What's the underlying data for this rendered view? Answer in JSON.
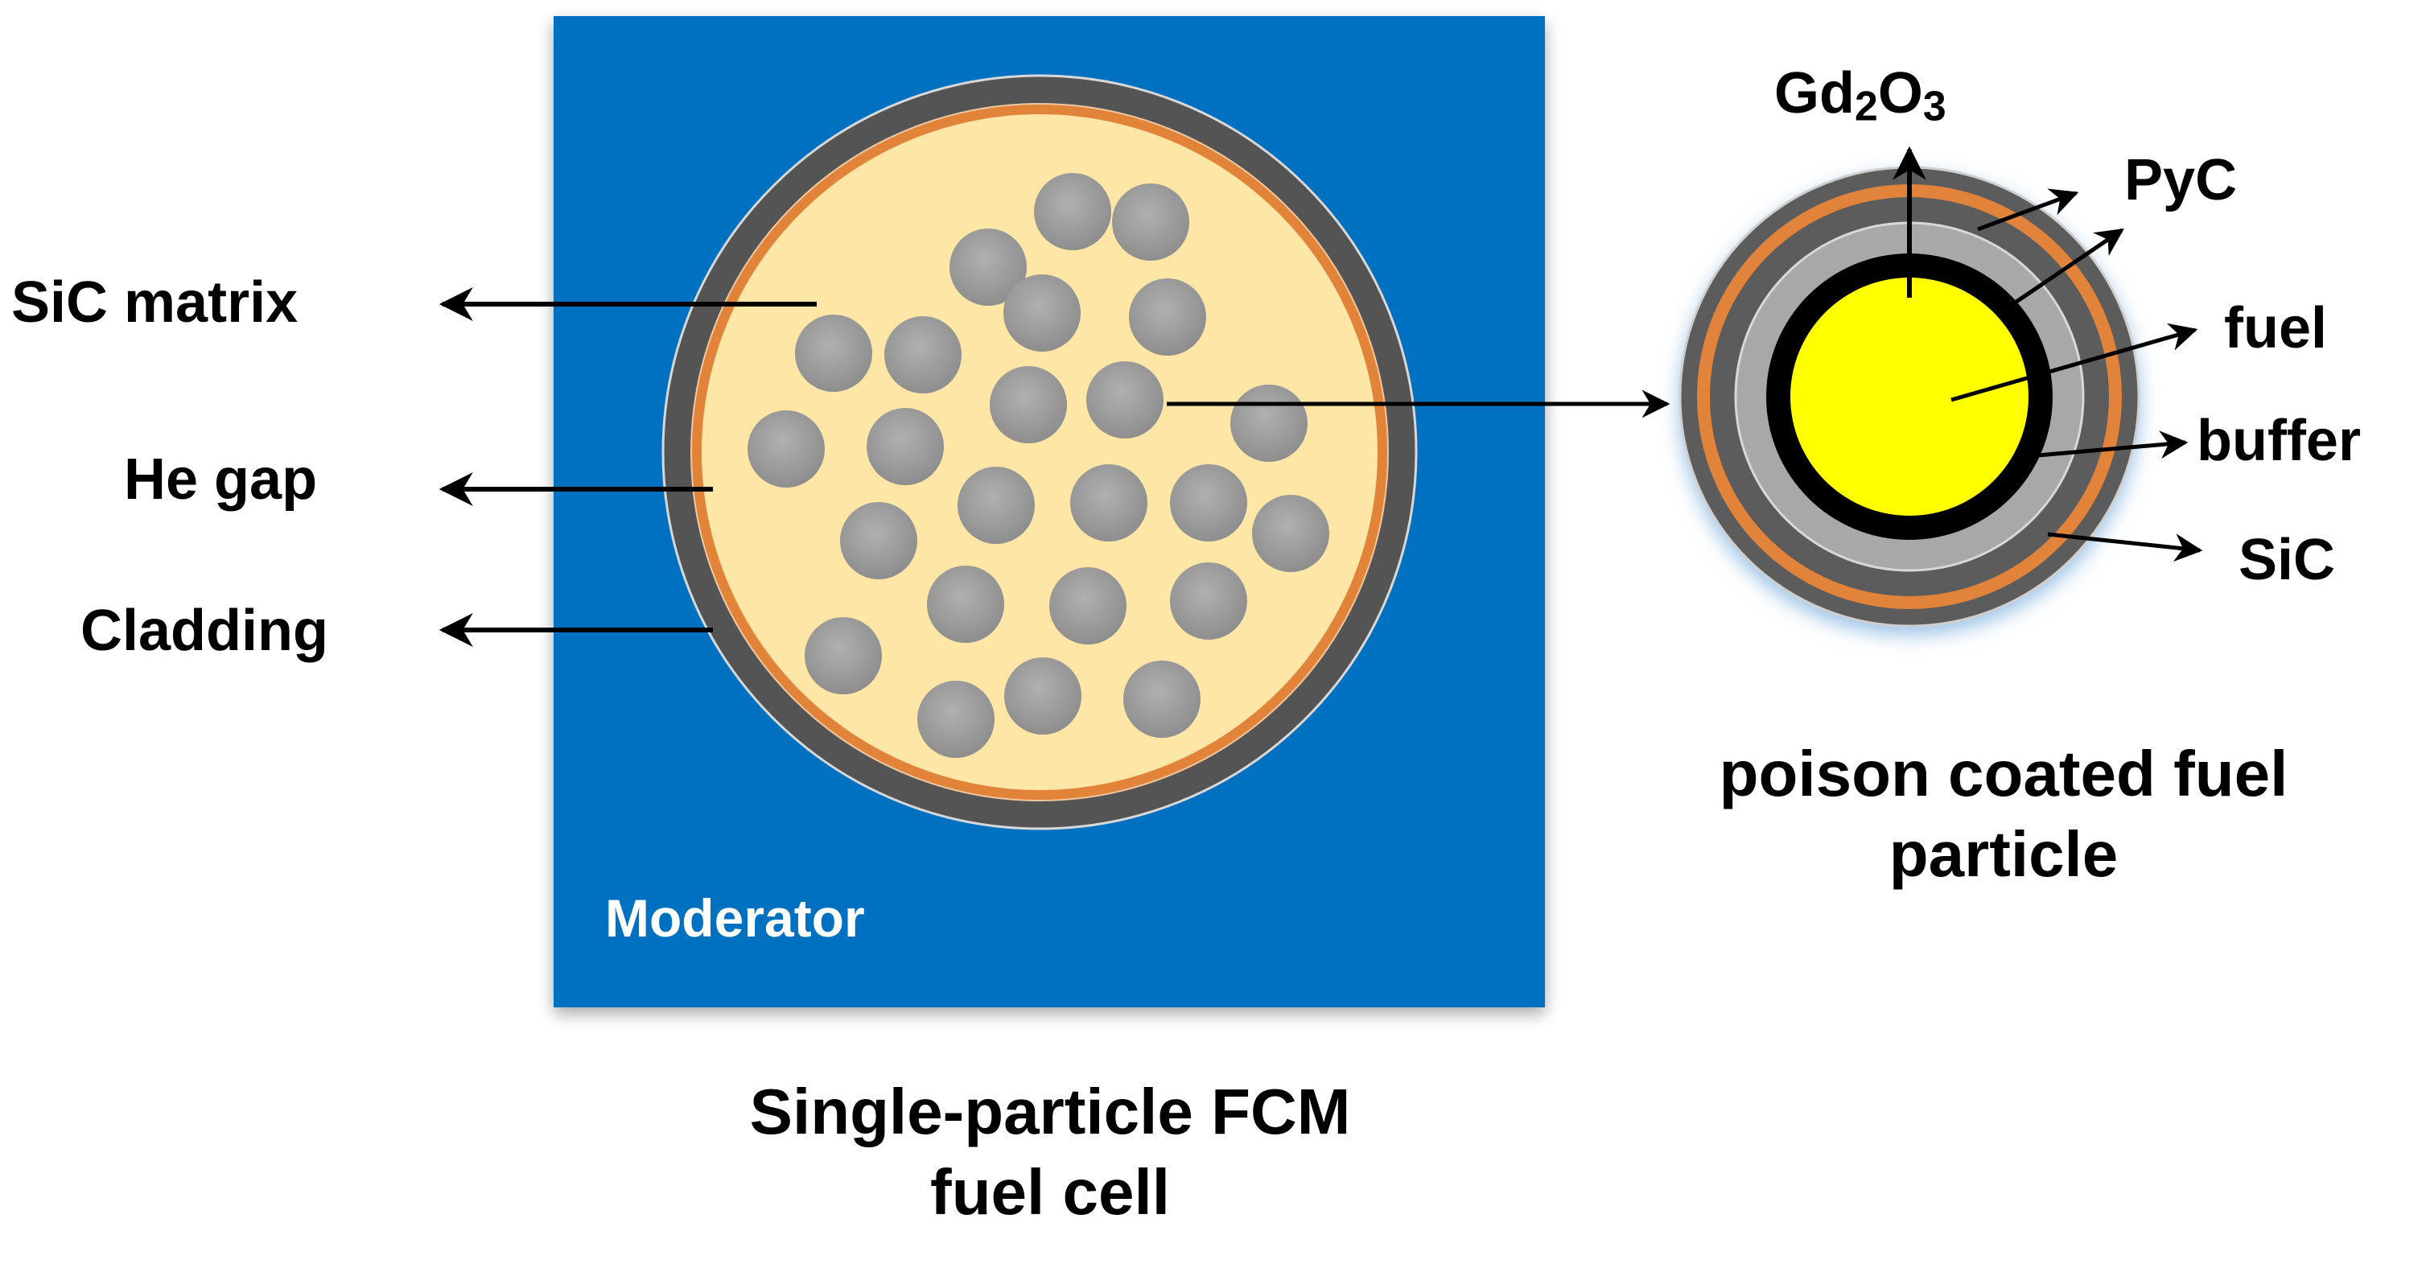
{
  "left_panel": {
    "moderator_label": "Moderator",
    "caption_line1": "Single-particle FCM",
    "caption_line2": "fuel cell",
    "labels": {
      "sic_matrix": "SiC matrix",
      "he_gap": "He gap",
      "cladding": "Cladding"
    }
  },
  "right_panel": {
    "caption_line1": "poison coated fuel",
    "caption_line2": "particle",
    "labels": {
      "gd2o3_main": "Gd",
      "gd2o3_sub1": "2",
      "gd2o3_o": "O",
      "gd2o3_sub2": "3",
      "pyc": "PyC",
      "fuel": "fuel",
      "buffer": "buffer",
      "sic": "SiC"
    }
  },
  "colors": {
    "moderator": "#0570C0",
    "cladding": "#545454",
    "he_gap": "#E2833A",
    "matrix": "#FDE6A6",
    "particle": "#9C9C9C",
    "poison_layer": "#000000",
    "buffer": "#A8A8A8",
    "fuel_kernel": "#FFFF00"
  }
}
